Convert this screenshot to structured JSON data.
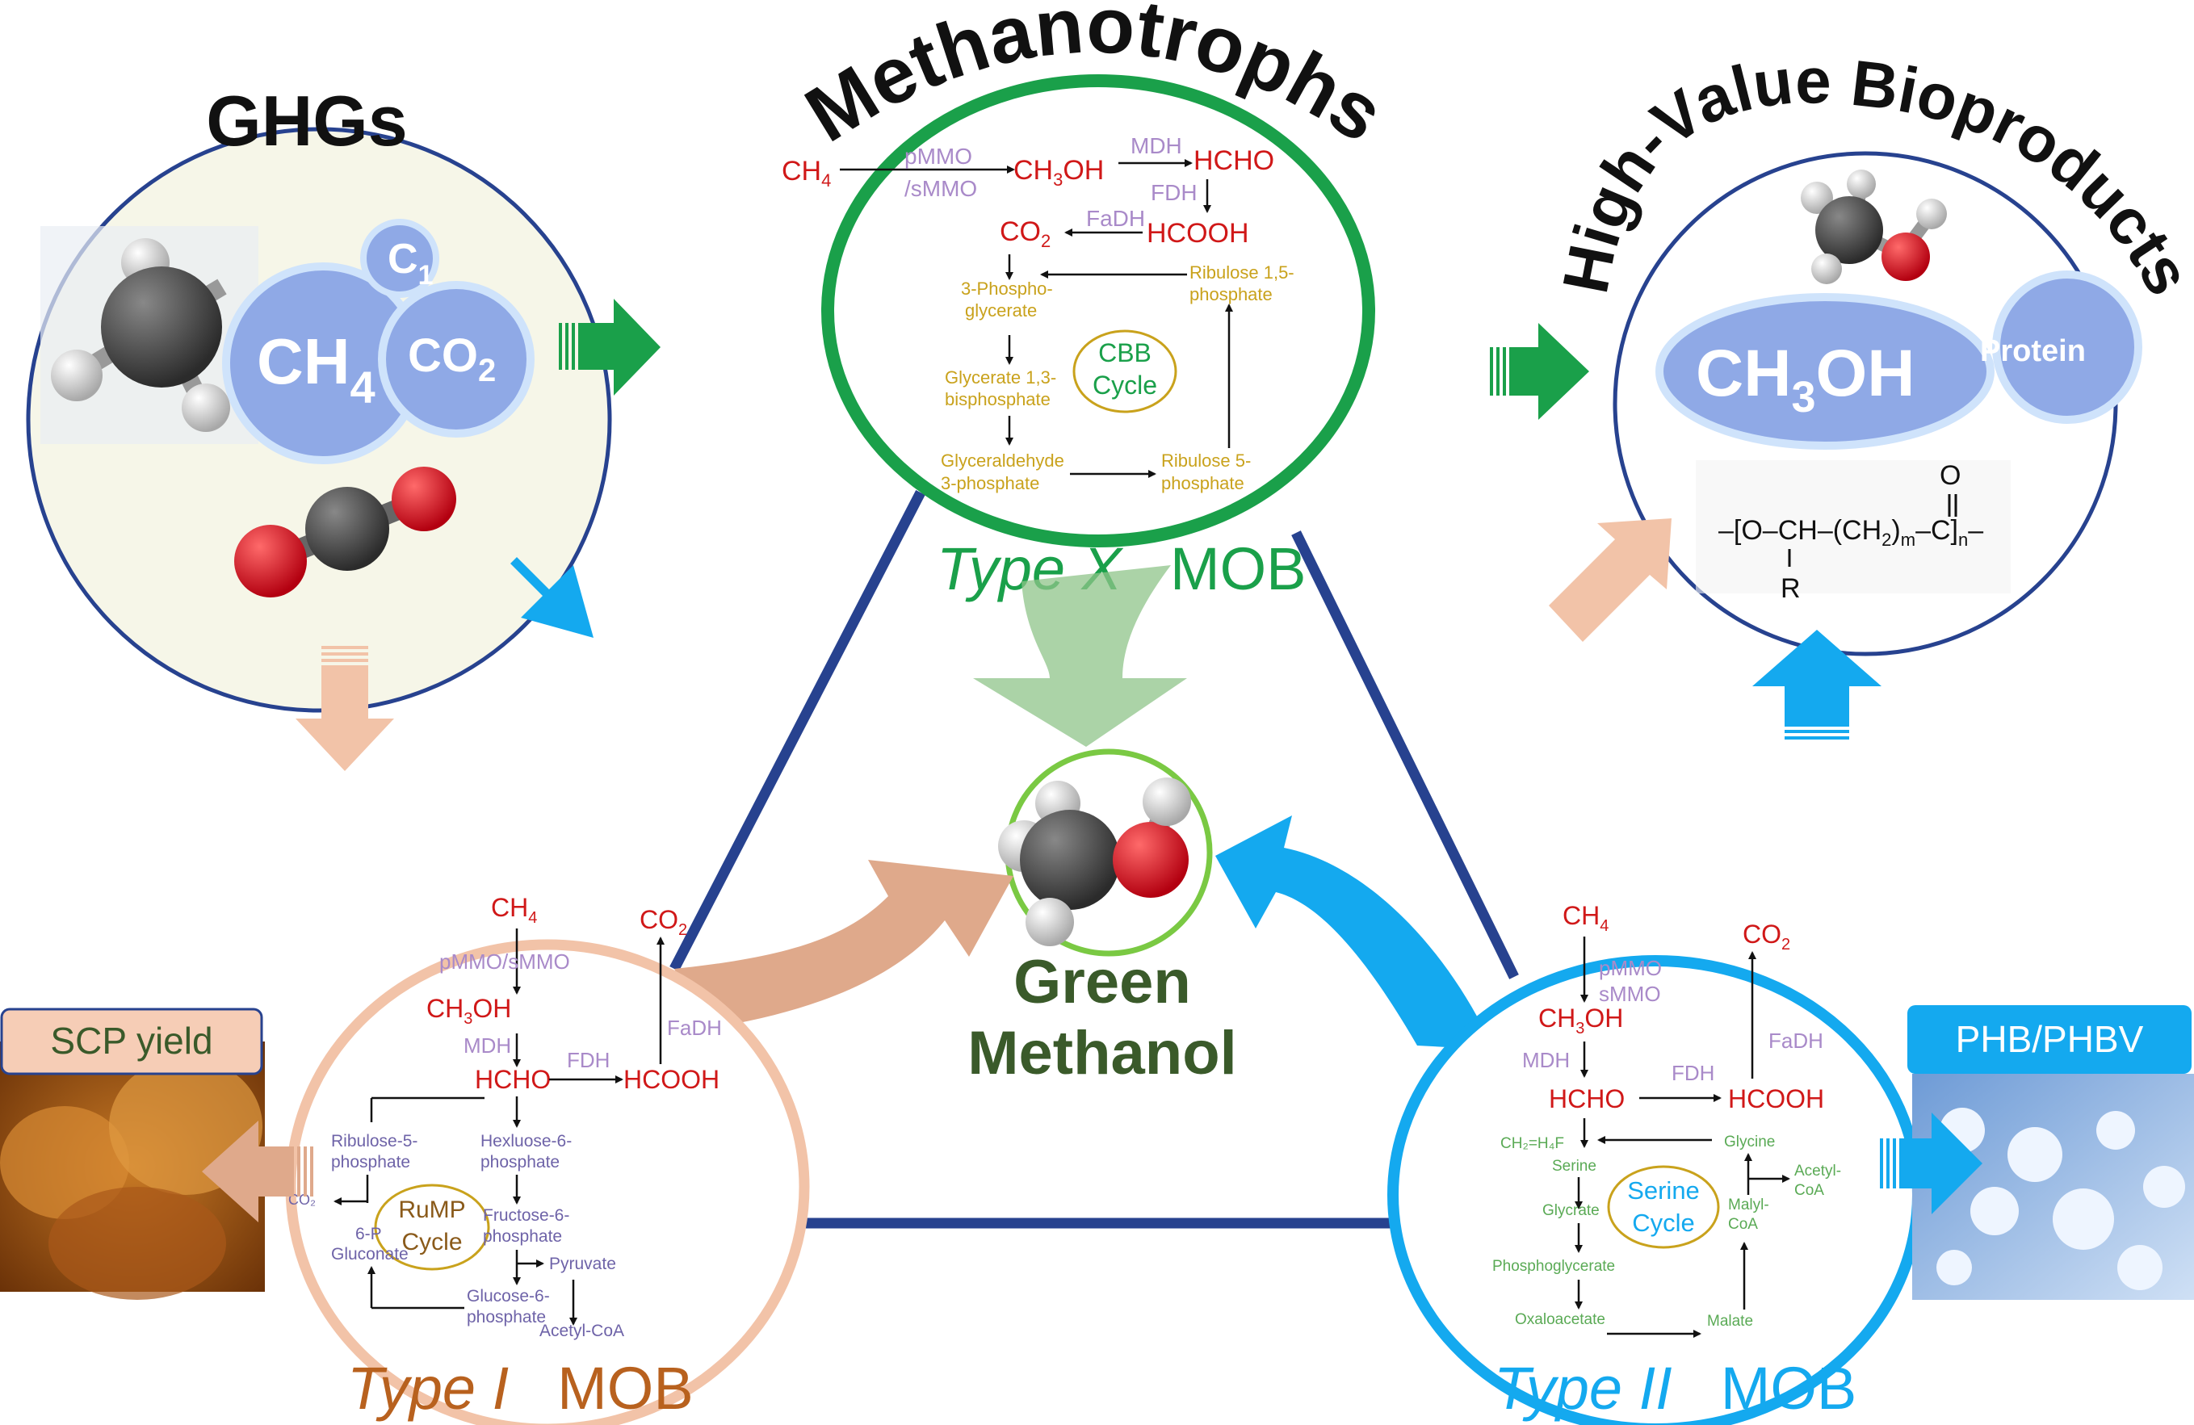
{
  "titles": {
    "ghgs": "GHGs",
    "methanotrophs": "Methanotrophs",
    "bioproducts": "High-Value Bioproducts",
    "green_line1": "Green",
    "green_line2": "Methanol"
  },
  "ghg_bubbles": {
    "c1": "C",
    "c1_sub": "1",
    "ch4": "CH",
    "ch4_sub": "4",
    "co2": "CO",
    "co2_sub": "2"
  },
  "bio_bubbles": {
    "ch3oh_a": "CH",
    "ch3oh_sub": "3",
    "ch3oh_b": "OH",
    "protein": "Protein"
  },
  "phb_formula": {
    "main_a": "–[O–CH–(CH",
    "sub_2": "2",
    "main_b": ")",
    "sub_m": "m",
    "main_c": "–C",
    "main_d": "]",
    "sub_n": "n",
    "main_e": "–",
    "oxygen": "O",
    "r_group": "R"
  },
  "type_x": {
    "ch4": "CH",
    "ch4_sub": "4",
    "enzyme1a": "pMMO",
    "enzyme1b": "/sMMO",
    "ch3oh": "CH",
    "ch3oh_sub": "3",
    "ch3oh_b": "OH",
    "mdh": "MDH",
    "hcho": "HCHO",
    "fdh": "FDH",
    "hcooh": "HCOOH",
    "fadh": "FaDH",
    "co2": "CO",
    "co2_sub": "2",
    "pga1": "3-Phospho-",
    "pga2": "glycerate",
    "ru15a": "Ribulose 1,5-",
    "ru15b": "phosphate",
    "cycle1": "CBB",
    "cycle2": "Cycle",
    "g13a": "Glycerate 1,3-",
    "g13b": "bisphosphate",
    "g3pa": "Glyceraldehyde",
    "g3pb": "3-phosphate",
    "ru5a": "Ribulose 5-",
    "ru5b": "phosphate",
    "label_a": "Type X",
    "label_b": "MOB"
  },
  "type_i": {
    "ch4": "CH",
    "ch4_sub": "4",
    "enzyme": "pMMO/sMMO",
    "ch3oh": "CH",
    "ch3oh_sub": "3",
    "ch3oh_b": "OH",
    "mdh": "MDH",
    "hcho": "HCHO",
    "fdh": "FDH",
    "hcooh": "HCOOH",
    "fadh": "FaDH",
    "co2": "CO",
    "co2_sub": "2",
    "ru5a": "Ribulose-5-",
    "ru5b": "phosphate",
    "hex6a": "Hexluose-6-",
    "hex6b": "phosphate",
    "co2_small": "CO₂",
    "cycle1": "RuMP",
    "cycle2": "Cycle",
    "f6pa": "Fructose-6-",
    "f6pb": "phosphate",
    "gluconate_a": "6-P",
    "gluconate_b": "Gluconate",
    "pyruvate": "Pyruvate",
    "g6pa": "Glucose-6-",
    "g6pb": "phosphate",
    "acetyl": "Acetyl-CoA",
    "label_a": "Type I",
    "label_b": "MOB"
  },
  "type_ii": {
    "ch4": "CH",
    "ch4_sub": "4",
    "enzyme1a": "pMMO",
    "enzyme1b": "sMMO",
    "ch3oh": "CH",
    "ch3oh_sub": "3",
    "ch3oh_b": "OH",
    "mdh": "MDH",
    "hcho": "HCHO",
    "fdh": "FDH",
    "hcooh": "HCOOH",
    "fadh": "FaDH",
    "co2": "CO",
    "co2_sub": "2",
    "ch2h4f": "CH₂=H₄F",
    "glycine": "Glycine",
    "serine": "Serine",
    "acetyl_a": "Acetyl-",
    "acetyl_b": "CoA",
    "glycrate": "Glycrate",
    "cycle1": "Serine",
    "cycle2": "Cycle",
    "malyl_a": "Malyl-",
    "malyl_b": "CoA",
    "phosphoglycerate": "Phosphoglycerate",
    "oxaloacetate": "Oxaloacetate",
    "malate": "Malate",
    "label_a": "Type II",
    "label_b": "MOB"
  },
  "side_products": {
    "scp": "SCP yield",
    "phb": "PHB/PHBV"
  },
  "colors": {
    "green": "#1aa04a",
    "blue": "#14a9ef",
    "peach": "#f2c3a8",
    "red": "#d01818",
    "lilac": "#a98ac9",
    "gold": "#c9a21c",
    "navy": "#27428f",
    "olive": "#3a5a2a",
    "orange": "#b8611e"
  }
}
